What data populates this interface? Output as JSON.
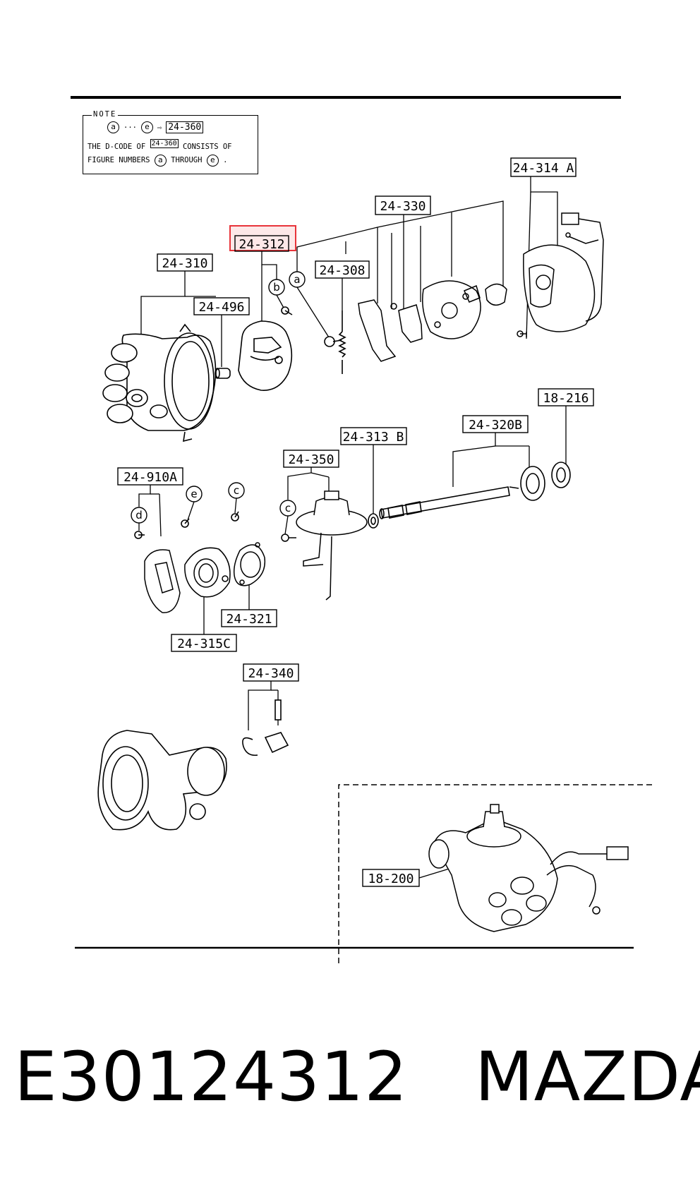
{
  "note": {
    "title": "NOTE",
    "row1_from": "a",
    "row1_dots": "···",
    "row1_to": "e",
    "row1_arrow": "⇨",
    "row1_code": "24-360",
    "row2_prefix": "THE D-CODE OF",
    "row2_code": "24-360",
    "row2_suffix": "CONSISTS OF",
    "row3_prefix": "FIGURE NUMBERS",
    "row3_from": "a",
    "row3_mid": "THROUGH",
    "row3_to": "e",
    "row3_end": "."
  },
  "labels": {
    "l24_314A": "24-314 A",
    "l24_330": "24-330",
    "l24_312": "24-312",
    "l24_310": "24-310",
    "l24_308": "24-308",
    "l24_496": "24-496",
    "l18_216": "18-216",
    "l24_313B": "24-313 B",
    "l24_320B": "24-320B",
    "l24_350": "24-350",
    "l24_910A": "24-910A",
    "l24_321": "24-321",
    "l24_315C": "24-315C",
    "l24_340": "24-340",
    "l18_200": "18-200"
  },
  "callouts": {
    "a": "a",
    "b": "b",
    "c1": "c",
    "c2": "c",
    "d": "d",
    "e": "e"
  },
  "highlight_color": "#e8343a",
  "footer": {
    "part_number": "E30124312",
    "brand": "MAZDA"
  }
}
